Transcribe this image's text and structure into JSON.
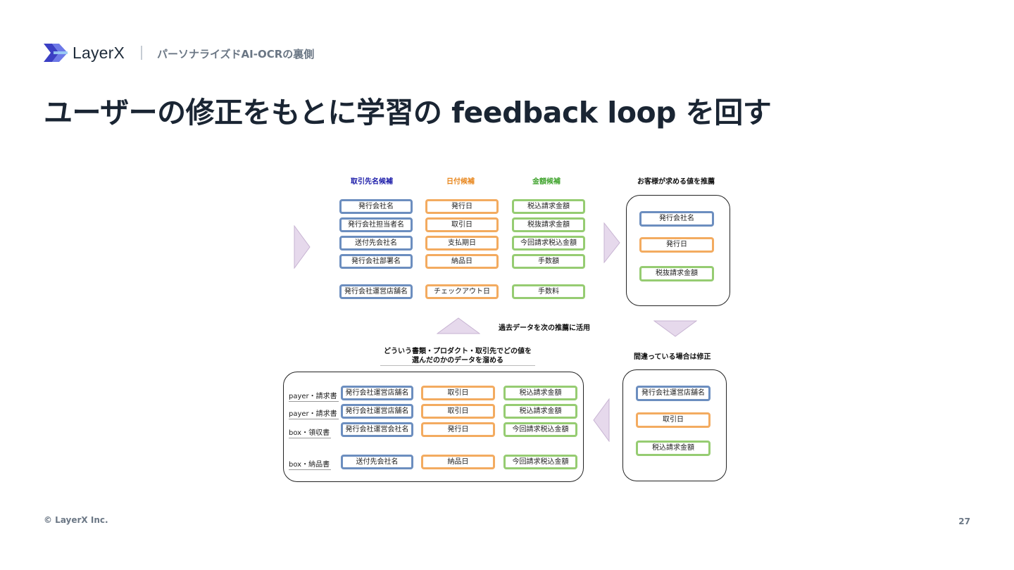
{
  "header": {
    "logo_text": "LayerX",
    "subtitle": "パーソナライズドAI-OCRの裏側"
  },
  "title": "ユーザーの修正をもとに学習の feedback loop を回す",
  "diagram": {
    "columns": {
      "company": "取引先名候補",
      "date": "日付候補",
      "amount": "金額候補"
    },
    "candidates": {
      "company": [
        "発行会社名",
        "発行会社担当者名",
        "送付先会社名",
        "発行会社部署名",
        "発行会社運営店舗名"
      ],
      "date": [
        "発行日",
        "取引日",
        "支払期日",
        "納品日",
        "チェックアウト日"
      ],
      "amount": [
        "税込請求金額",
        "税抜請求金額",
        "今回請求税込金額",
        "手数額",
        "手数料"
      ]
    },
    "recommend": {
      "caption": "お客様が求める値を推薦",
      "items": [
        "発行会社名",
        "発行日",
        "税抜請求金額"
      ]
    },
    "loop_caption": "過去データを次の推薦に活用",
    "correct": {
      "caption": "間違っている場合は修正",
      "items": [
        "発行会社運営店舗名",
        "取引日",
        "税込請求金額"
      ]
    },
    "history": {
      "caption_line1": "どういう書類・プロダクト・取引先でどの値を",
      "caption_line2": "選んだのかのデータを溜める",
      "rows": [
        {
          "label": "payer・請求書",
          "company": "発行会社運営店舗名",
          "date": "取引日",
          "amount": "税込請求金額"
        },
        {
          "label": "payer・請求書",
          "company": "発行会社運営店舗名",
          "date": "取引日",
          "amount": "税込請求金額"
        },
        {
          "label": "box・領収書",
          "company": "発行会社運営会社名",
          "date": "発行日",
          "amount": "今回請求税込金額"
        },
        {
          "label": "box・納品書",
          "company": "送付先会社名",
          "date": "納品日",
          "amount": "今回請求税込金額"
        }
      ]
    }
  },
  "footer": {
    "copyright": "© LayerX Inc.",
    "page_number": "27"
  },
  "colors": {
    "blue": "#6c8ebf",
    "orange": "#f3ab60",
    "green": "#96cc72",
    "company_header": "#1a1aa8",
    "date_header": "#e8871e",
    "amount_header": "#3fa32c",
    "arrow_fill": "#e6d9ec"
  }
}
